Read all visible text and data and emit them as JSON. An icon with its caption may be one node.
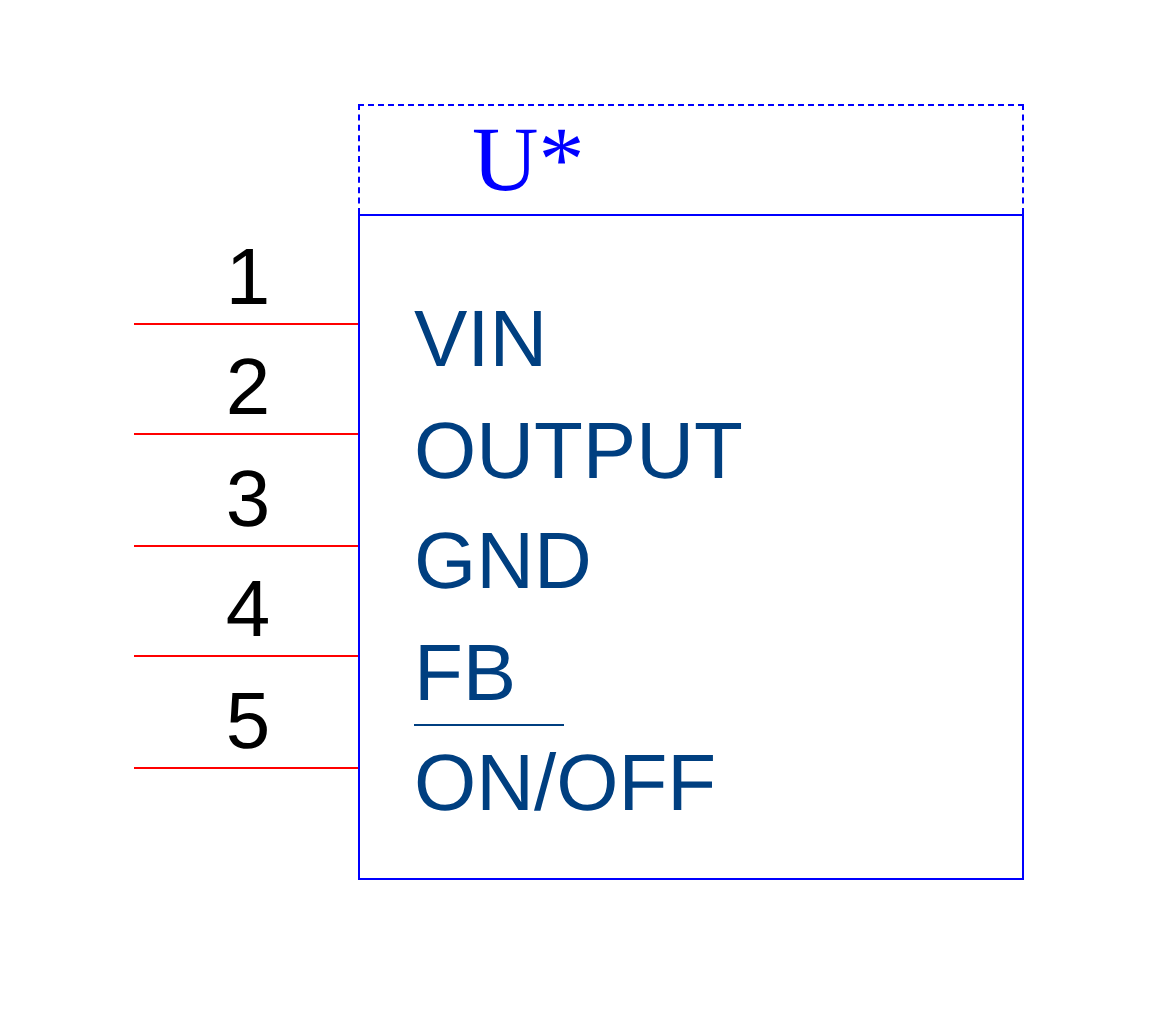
{
  "diagram": {
    "nodes": [
      {
        "text": [
          "U*"
        ]
      },
      {
        "text": [
          "VIN",
          "OUTPUT",
          "GND",
          "FB",
          "ON/OFF"
        ]
      }
    ],
    "edges": [
      {
        "from": null,
        "to": 1,
        "arrow": "none"
      },
      {
        "from": null,
        "to": 1,
        "arrow": "none"
      },
      {
        "from": null,
        "to": 1,
        "arrow": "none"
      },
      {
        "from": null,
        "to": 1,
        "arrow": "none"
      },
      {
        "from": null,
        "to": 1,
        "arrow": "none"
      }
    ],
    "labels": [
      "1",
      "2",
      "3",
      "4",
      "5"
    ]
  }
}
